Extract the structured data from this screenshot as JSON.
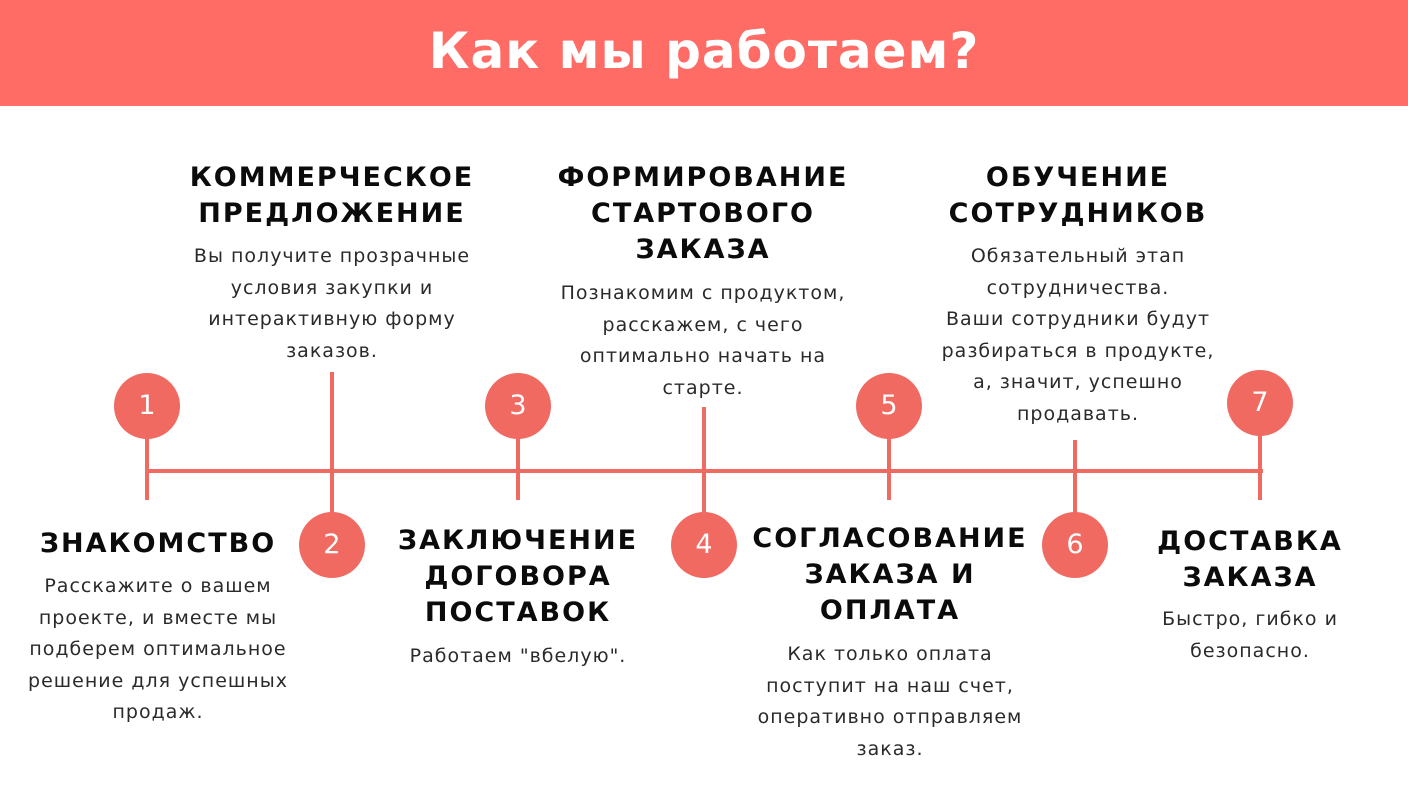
{
  "header": {
    "title": "Как мы работаем?",
    "background": "#ff6b65"
  },
  "accent_color": "#f06a62",
  "steps": [
    {
      "number": "1",
      "title": "ЗНАКОМСТВО",
      "description": "Расскажите о вашем\nпроекте, и вместе мы\nподберем оптимальное\nрешение для успешных\nпродаж.",
      "position": "below"
    },
    {
      "number": "2",
      "title": "КОММЕРЧЕСКОЕ\nПРЕДЛОЖЕНИЕ",
      "description": "Вы получите прозрачные\nусловия закупки и\nинтерактивную форму\nзаказов.",
      "position": "above"
    },
    {
      "number": "3",
      "title": "ЗАКЛЮЧЕНИЕ\nДОГОВОРА\nПОСТАВОК",
      "description": "Работаем \"вбелую\".",
      "position": "below"
    },
    {
      "number": "4",
      "title": "ФОРМИРОВАНИЕ\nСТАРТОВОГО\nЗАКАЗА",
      "description": "Познакомим с продуктом,\nрасскажем, с чего\nоптимально начать на\nстарте.",
      "position": "above"
    },
    {
      "number": "5",
      "title": "СОГЛАСОВАНИЕ\nЗАКАЗА И\nОПЛАТА",
      "description": "Как только оплата\nпоступит на наш счет,\nоперативно отправляем\nзаказ.",
      "position": "below"
    },
    {
      "number": "6",
      "title": "ОБУЧЕНИЕ\nСОТРУДНИКОВ",
      "description": "Обязательный этап\nсотрудничества.\nВаши сотрудники будут\nразбираться в продукте,\nа, значит, успешно\nпродавать.",
      "position": "above"
    },
    {
      "number": "7",
      "title": "ДОСТАВКА\nЗАКАЗА",
      "description": "Быстро, гибко и\nбезопасно.",
      "position": "below"
    }
  ]
}
